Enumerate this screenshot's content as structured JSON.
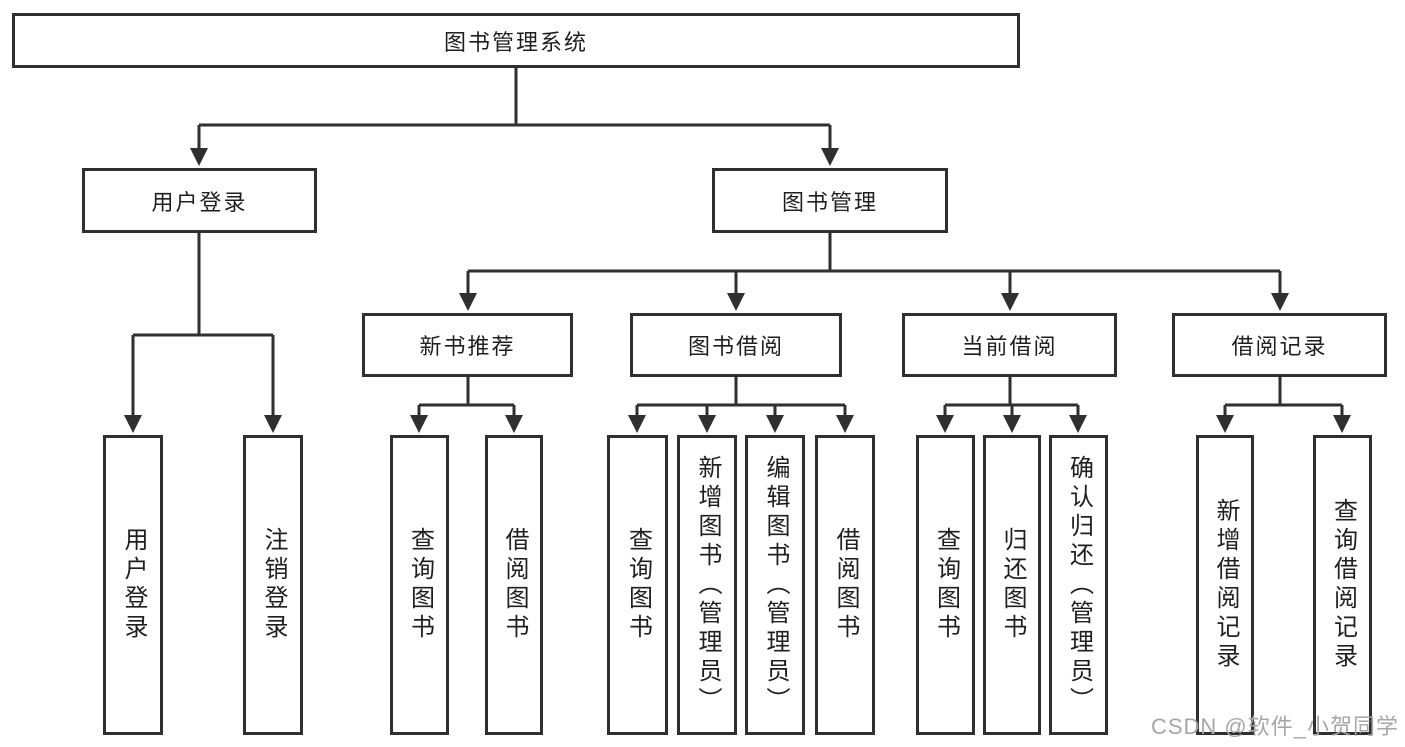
{
  "diagram": {
    "title": "图书管理系统",
    "nodes": {
      "root": "图书管理系统",
      "user_login": "用户登录",
      "book_mgmt": "图书管理",
      "new_book": "新书推荐",
      "book_borrow": "图书借阅",
      "current_borrow": "当前借阅",
      "borrow_record": "借阅记录",
      "leaf_user_login": "用户登录",
      "leaf_logout": "注销登录",
      "leaf_nb_query": "查询图书",
      "leaf_nb_borrow": "借阅图书",
      "leaf_bb_query": "查询图书",
      "leaf_bb_add": "新增图书（管理员）",
      "leaf_bb_edit": "编辑图书（管理员）",
      "leaf_bb_borrow": "借阅图书",
      "leaf_cb_query": "查询图书",
      "leaf_cb_return": "归还图书",
      "leaf_cb_confirm": "确认归还（管理员）",
      "leaf_br_add": "新增借阅记录",
      "leaf_br_query": "查询借阅记录"
    },
    "colors": {
      "line": "#2f2f2f",
      "text": "#1f1f1f",
      "watermark": "#a6a6ad",
      "background": "#ffffff"
    }
  },
  "watermark": "CSDN @软件_小贺同学"
}
